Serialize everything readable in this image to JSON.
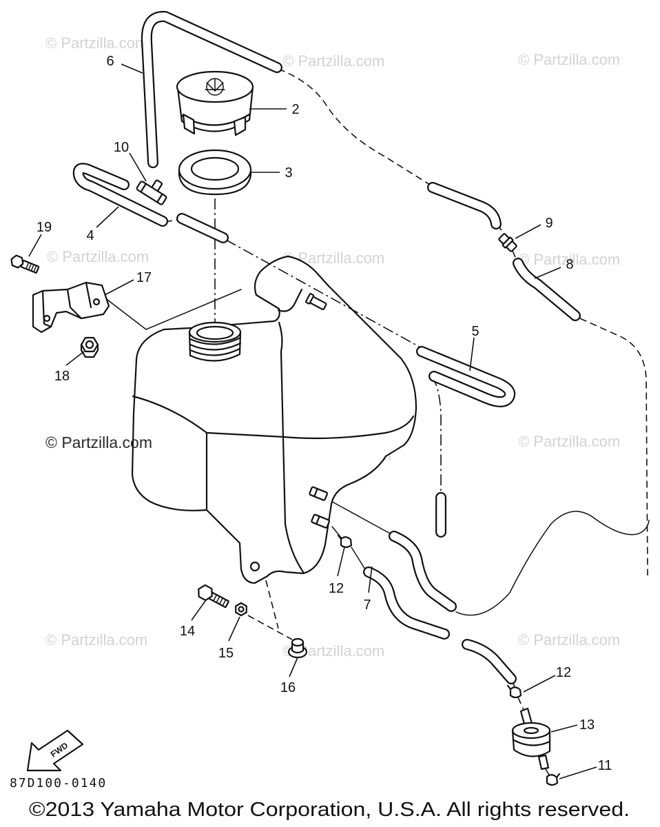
{
  "diagram": {
    "callouts": {
      "c2": "2",
      "c3": "3",
      "c4": "4",
      "c5": "5",
      "c6": "6",
      "c7": "7",
      "c8": "8",
      "c9": "9",
      "c10": "10",
      "c11": "11",
      "c12a": "12",
      "c12b": "12",
      "c13": "13",
      "c14": "14",
      "c15": "15",
      "c16": "16",
      "c17": "17",
      "c18": "18",
      "c19": "19"
    },
    "drawing_code": "87D100-0140",
    "fwd_label": "FWD",
    "watermark": "© Partzilla.com"
  },
  "footer": {
    "copyright": "©2013 Yamaha Motor Corporation, U.S.A. All rights reserved."
  }
}
